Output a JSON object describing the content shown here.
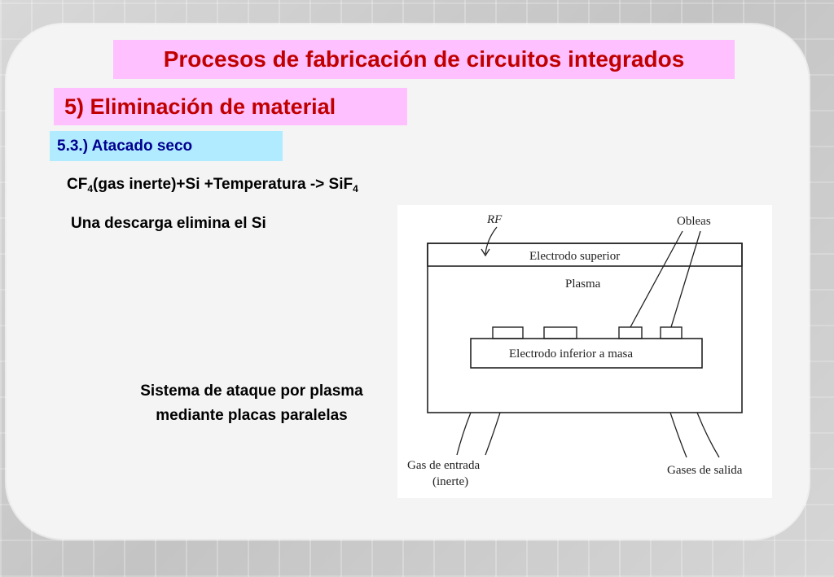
{
  "slide": {
    "title": "Procesos de fabricación de circuitos integrados",
    "subtitle": "5) Eliminación de material",
    "section": "5.3.) Atacado seco",
    "equation": {
      "cf": "CF",
      "sub1": "4",
      "middle": "(gas inerte)+Si +Temperatura  -> SiF",
      "sub2": "4"
    },
    "line2": "Una descarga elimina el Si",
    "caption_line1": "Sistema de ataque por plasma",
    "caption_line2": "mediante placas paralelas"
  },
  "diagram": {
    "rf_label": "RF",
    "obleas_label": "Obleas",
    "upper_electrode": "Electrodo superior",
    "plasma_label": "Plasma",
    "lower_electrode": "Electrodo inferior a masa",
    "gas_in_line1": "Gas de entrada",
    "gas_in_line2": "(inerte)",
    "gas_out": "Gases de salida"
  },
  "colors": {
    "title_bg": "#ffc0ff",
    "title_text": "#c00000",
    "section_bg": "#b0ebff",
    "section_text": "#000090"
  }
}
